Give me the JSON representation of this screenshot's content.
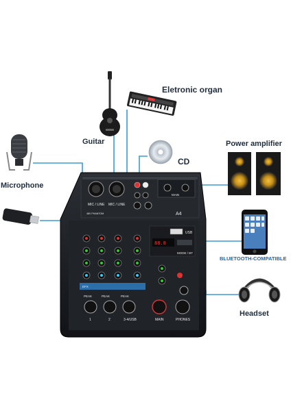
{
  "labels": {
    "guitar": "Guitar",
    "organ": "Eletronic organ",
    "microphone": "Microphone",
    "cd": "CD",
    "power_amplifier": "Power amplifier",
    "bluetooth": "BLUETOOTH-COMPATIBLE",
    "headset": "Headset"
  },
  "mixer": {
    "model": "A4",
    "usb_label": "USB",
    "mic_line_1": "MIC / LINE",
    "mic_line_2": "MIC / LINE",
    "main": "MAIN",
    "phones": "PHONES",
    "main_mix": "MAIN",
    "channels": [
      "1",
      "2",
      "3-4/USB"
    ],
    "peak": "PEAK",
    "phantom": "48V PHANTOM",
    "mode": "MODE / BT",
    "fx": "EFX"
  },
  "colors": {
    "cable": "#3a9bd5",
    "mixer_body": "#1c1f24",
    "panel": "#2a2e34"
  }
}
